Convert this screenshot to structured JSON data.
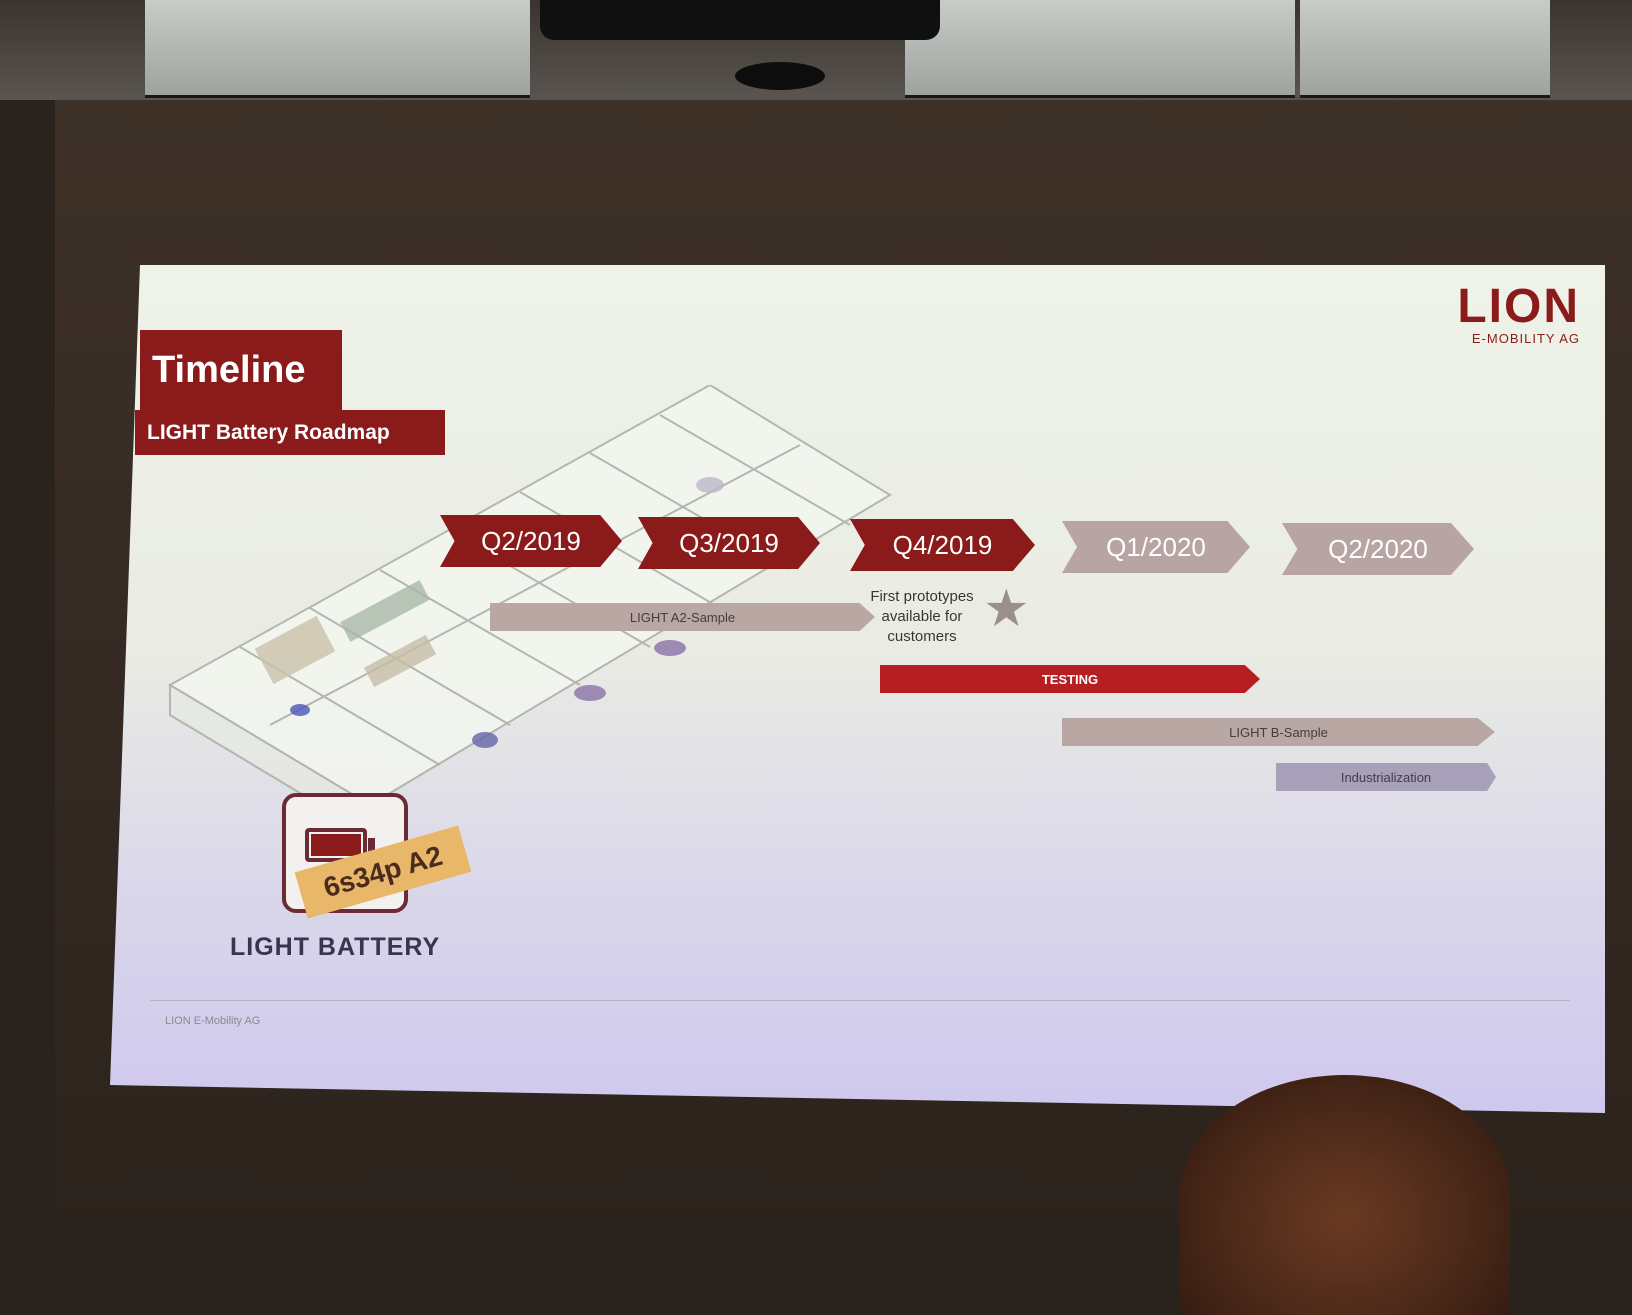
{
  "slide": {
    "title": "Timeline",
    "subtitle": "LIGHT Battery Roadmap",
    "logo": {
      "main": "LION",
      "sub": "E-MOBILITY AG"
    },
    "quarters": [
      {
        "label": "Q2/2019",
        "state": "active"
      },
      {
        "label": "Q3/2019",
        "state": "active"
      },
      {
        "label": "Q4/2019",
        "state": "active"
      },
      {
        "label": "Q1/2020",
        "state": "future"
      },
      {
        "label": "Q2/2020",
        "state": "future"
      }
    ],
    "bars": {
      "a2_sample": "LIGHT A2-Sample",
      "testing": "TESTING",
      "b_sample": "LIGHT B-Sample",
      "industrialization": "Industrialization"
    },
    "milestone": {
      "line1": "First prototypes",
      "line2": "available for",
      "line3": "customers",
      "icon": "star-icon"
    },
    "badge": "6s34p A2",
    "product_label": "LIGHT BATTERY",
    "footer_left": "LION E-Mobility AG",
    "colors": {
      "brand": "#8b1a1a",
      "future": "#b8a4a2"
    }
  }
}
